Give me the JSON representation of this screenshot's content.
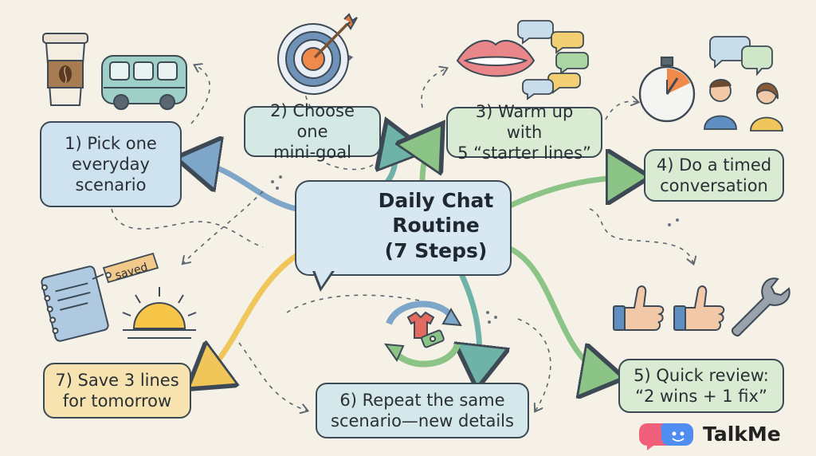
{
  "center": {
    "line1": "Daily Chat",
    "line2": "Routine",
    "line3": "(7 Steps)"
  },
  "steps": [
    {
      "lines": [
        "1) Pick one",
        "everyday",
        "scenario"
      ]
    },
    {
      "lines": [
        "2) Choose one",
        "mini-goal"
      ]
    },
    {
      "lines": [
        "3) Warm up with",
        "5 “starter lines”"
      ]
    },
    {
      "lines": [
        "4) Do a timed",
        "conversation"
      ]
    },
    {
      "lines": [
        "5) Quick review:",
        "“2 wins + 1 fix”"
      ]
    },
    {
      "lines": [
        "6) Repeat the same",
        "scenario—new details"
      ]
    },
    {
      "lines": [
        "7) Save 3 lines",
        "for tomorrow"
      ]
    }
  ],
  "tag": {
    "label": "saved"
  },
  "brand": {
    "name": "TalkMe"
  },
  "colors": {
    "blue": "#7ea6c8",
    "teal": "#6fb3a8",
    "green": "#8cc487",
    "yellow": "#f0c55a",
    "outline": "#3d4a55"
  },
  "icons": [
    "coffee-cup-icon",
    "bus-icon",
    "target-icon",
    "lips-icon",
    "speech-bubbles-icon",
    "stopwatch-icon",
    "people-talking-icon",
    "notebook-icon",
    "sun-icon",
    "recycle-arrows-icon",
    "thumbs-up-icon",
    "wrench-icon",
    "clock-bubble-icon",
    "talkme-logo-icon"
  ]
}
